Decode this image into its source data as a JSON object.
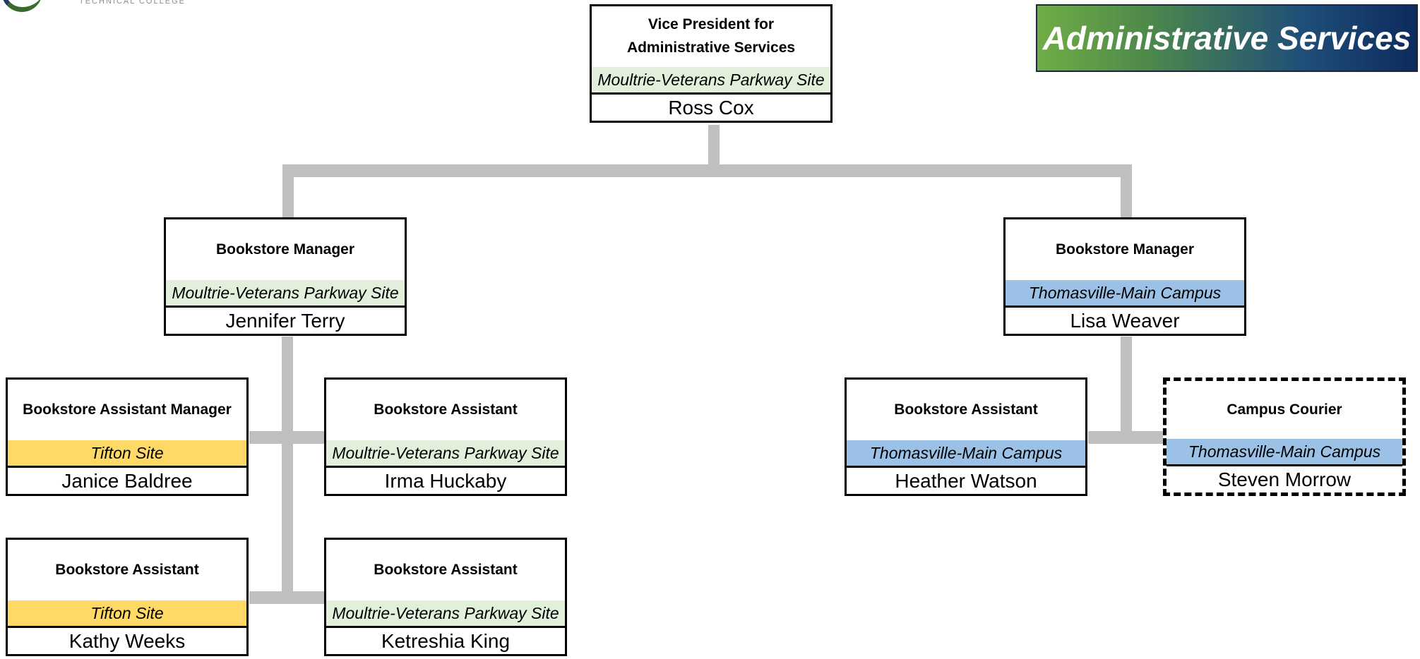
{
  "logo": {
    "tagline": "TECHNICAL COLLEGE"
  },
  "banner": {
    "title": "Administrative Services"
  },
  "positions": {
    "vp": {
      "title": "Vice President for Administrative Services",
      "site": "Moultrie-Veterans Parkway Site",
      "name": "Ross Cox"
    },
    "mgr_left": {
      "title": "Bookstore Manager",
      "site": "Moultrie-Veterans Parkway Site",
      "name": "Jennifer Terry"
    },
    "mgr_right": {
      "title": "Bookstore Manager",
      "site": "Thomasville-Main Campus",
      "name": "Lisa Weaver"
    },
    "asst_mgr": {
      "title": "Bookstore Assistant Manager",
      "site": "Tifton Site",
      "name": "Janice Baldree"
    },
    "asst_irma": {
      "title": "Bookstore Assistant",
      "site": "Moultrie-Veterans Parkway Site",
      "name": "Irma Huckaby"
    },
    "asst_kathy": {
      "title": "Bookstore Assistant",
      "site": "Tifton Site",
      "name": "Kathy Weeks"
    },
    "asst_ket": {
      "title": "Bookstore Assistant",
      "site": "Moultrie-Veterans Parkway Site",
      "name": "Ketreshia King"
    },
    "asst_heather": {
      "title": "Bookstore Assistant",
      "site": "Thomasville-Main Campus",
      "name": "Heather Watson"
    },
    "courier": {
      "title": "Campus Courier",
      "site": "Thomasville-Main Campus",
      "name": "Steven Morrow"
    }
  },
  "colors": {
    "moultrie": "#e2efda",
    "tifton": "#ffd966",
    "thomasville": "#9bc2e6",
    "connector": "#bfbfbf"
  }
}
